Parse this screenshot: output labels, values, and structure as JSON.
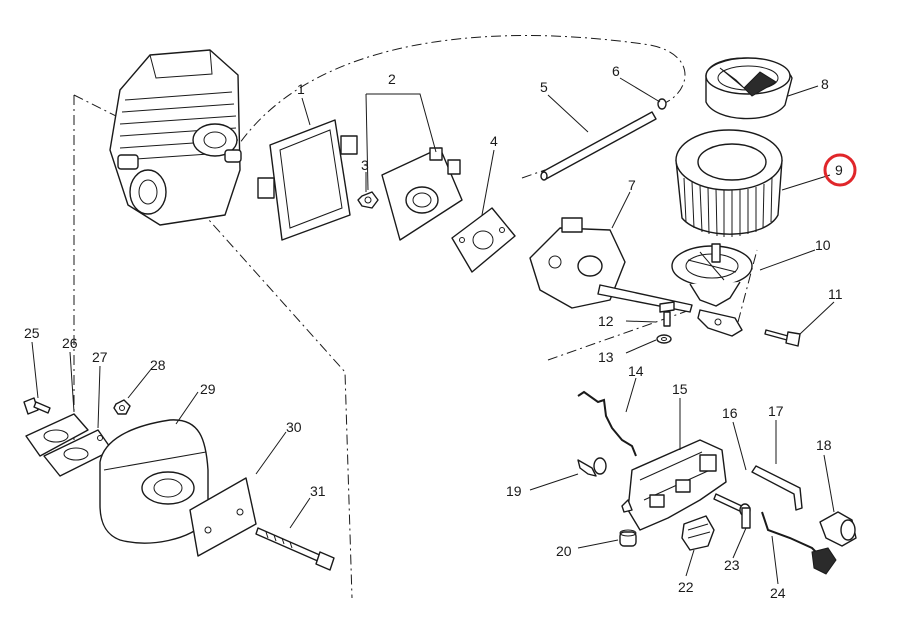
{
  "labels": [
    {
      "id": "1",
      "text": "1"
    },
    {
      "id": "2",
      "text": "2"
    },
    {
      "id": "3",
      "text": "3"
    },
    {
      "id": "4",
      "text": "4"
    },
    {
      "id": "5",
      "text": "5"
    },
    {
      "id": "6",
      "text": "6"
    },
    {
      "id": "7",
      "text": "7"
    },
    {
      "id": "8",
      "text": "8"
    },
    {
      "id": "9",
      "text": "9"
    },
    {
      "id": "10",
      "text": "10"
    },
    {
      "id": "11",
      "text": "11"
    },
    {
      "id": "12",
      "text": "12"
    },
    {
      "id": "13",
      "text": "13"
    },
    {
      "id": "14",
      "text": "14"
    },
    {
      "id": "15",
      "text": "15"
    },
    {
      "id": "16",
      "text": "16"
    },
    {
      "id": "17",
      "text": "17"
    },
    {
      "id": "18",
      "text": "18"
    },
    {
      "id": "19",
      "text": "19"
    },
    {
      "id": "20",
      "text": "20"
    },
    {
      "id": "22",
      "text": "22"
    },
    {
      "id": "23",
      "text": "23"
    },
    {
      "id": "24",
      "text": "24"
    },
    {
      "id": "25",
      "text": "25"
    },
    {
      "id": "26",
      "text": "26"
    },
    {
      "id": "27",
      "text": "27"
    },
    {
      "id": "28",
      "text": "28"
    },
    {
      "id": "29",
      "text": "29"
    },
    {
      "id": "30",
      "text": "30"
    },
    {
      "id": "31",
      "text": "31"
    }
  ],
  "highlighted_label": "9",
  "colors": {
    "line": "#1a1a1a",
    "highlight": "#e0262a",
    "background": "#ffffff"
  }
}
